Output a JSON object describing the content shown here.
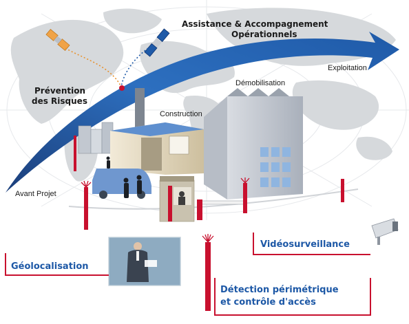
{
  "colors": {
    "brand_blue": "#1d58a6",
    "accent_red": "#c8102e",
    "map_grey": "#d6d9dc"
  },
  "labels": {
    "assistance_line1": "Assistance & Accompagnement",
    "assistance_line2": "Opérationnels",
    "exploitation": "Exploitation",
    "prevention_line1": "Prévention",
    "prevention_line2": "des Risques",
    "demobilisation": "Démobilisation",
    "construction": "Construction",
    "avant_projet": "Avant Projet"
  },
  "features": {
    "videosurveillance": "Vidéosurveillance",
    "geolocalisation": "Géolocalisation",
    "detection_line1": "Détection périmétrique",
    "detection_line2": "et contrôle d'accès"
  },
  "icons": [
    "satellite-icon",
    "satellite-icon",
    "cctv-camera-icon",
    "barrier-post-icon"
  ]
}
